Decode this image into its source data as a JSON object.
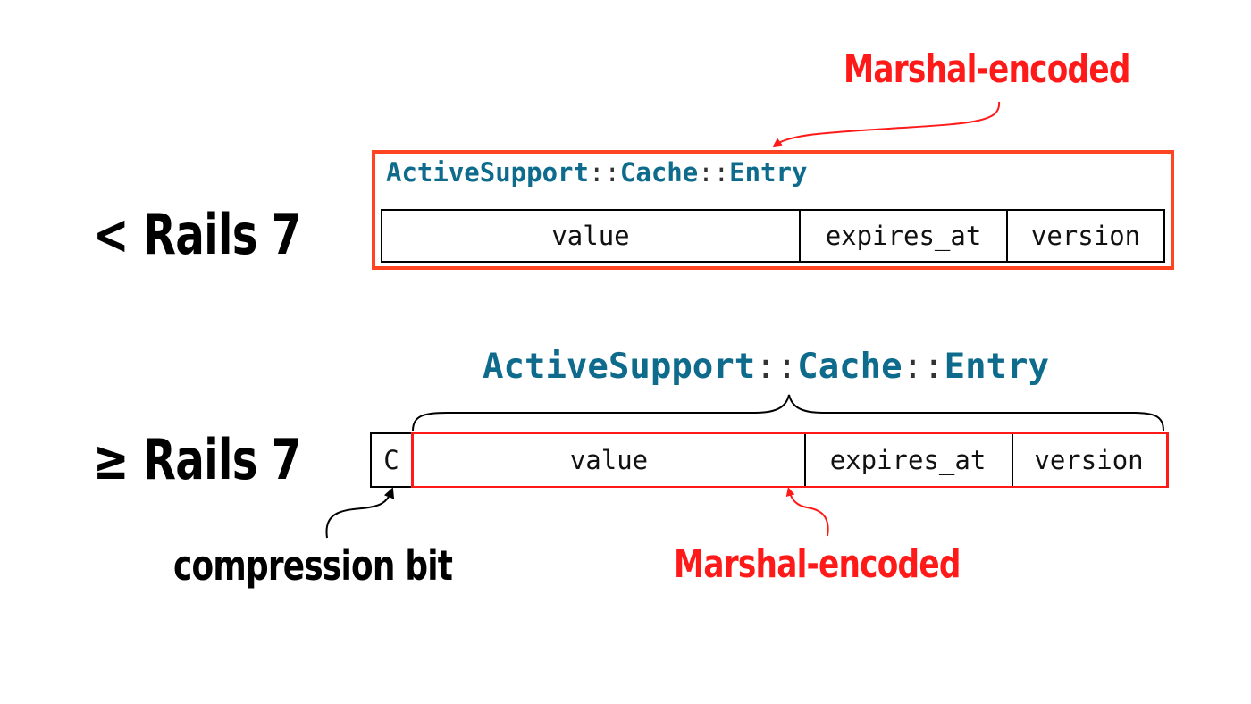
{
  "diagram": {
    "pre": {
      "label": "< Rails 7",
      "encoding_label": "Marshal-encoded",
      "class_name": {
        "part1": "ActiveSupport",
        "sep1": "::",
        "part2": "Cache",
        "sep2": "::",
        "part3": "Entry"
      },
      "fields": [
        "value",
        "expires_at",
        "version"
      ]
    },
    "post": {
      "label": "≥ Rails 7",
      "class_name": {
        "part1": "ActiveSupport",
        "sep1": "::",
        "part2": "Cache",
        "sep2": "::",
        "part3": "Entry"
      },
      "compression_cell": "C",
      "fields": [
        "value",
        "expires_at",
        "version"
      ],
      "compression_label": "compression bit",
      "encoding_label": "Marshal-encoded"
    },
    "colors": {
      "annotation_red": "#ff1a1a",
      "box_orange_red": "#ff4422",
      "class_name_blue": "#0e6b8c"
    }
  }
}
